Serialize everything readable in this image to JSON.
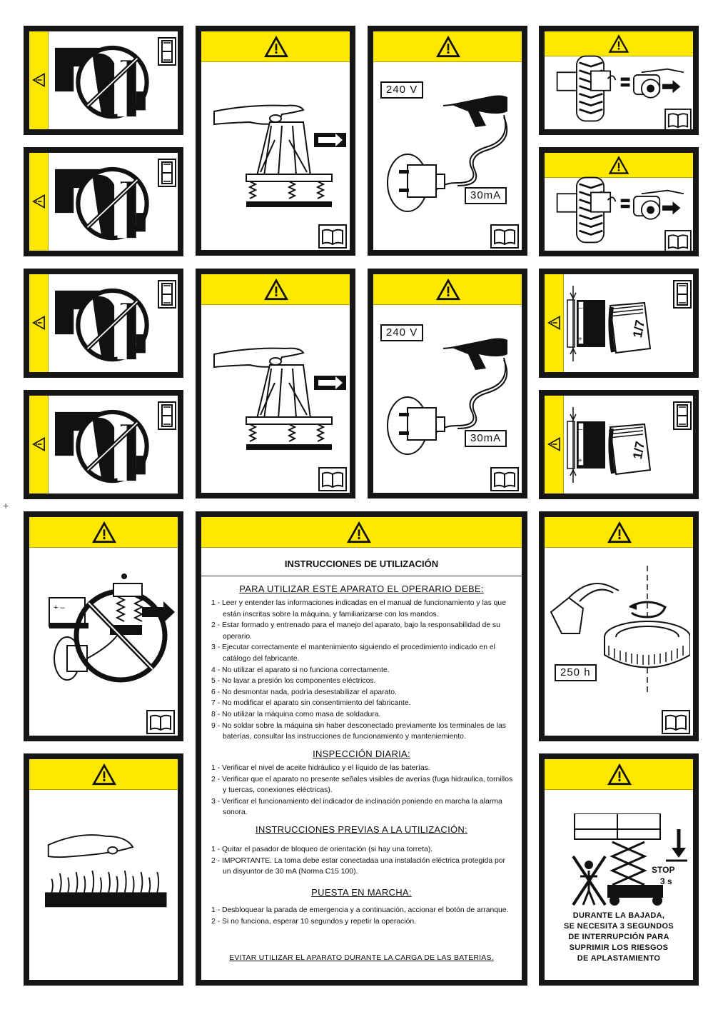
{
  "labels": {
    "voltage": "240 V",
    "current": "30mA",
    "interval": "250 h",
    "battery_page": "1/7",
    "stop": "STOP",
    "stop_time": "3 s"
  },
  "instructions": {
    "title": "INSTRUCCIONES DE UTILIZACIÓN",
    "sections": [
      {
        "heading": "PARA UTILIZAR ESTE APARATO EL OPERARIO DEBE:",
        "items": [
          "1 - Leer y entender las informaciones indicadas en el manual de funcionamiento y las que están inscritas sobre la máquina, y familiarizarse con los mandos.",
          "2 - Estar formado y entrenado para el manejo del aparato, bajo la responsabilidad de su operario.",
          "3 - Ejecutar correctamente el mantenimiento siguiendo el procedimiento indicado en el catálogo del fabricante.",
          "4 - No utilizar el aparato si no funciona correctamente.",
          "5 - No lavar a presión los componentes eléctricos.",
          "6 - No desmontar nada, podría desestabilizar el aparato.",
          "7 - No modificar el aparato sin consentimiento del fabricante.",
          "8 - No utilizar la máquina como masa de soldadura.",
          "9 - No soldar sobre la máquina sin haber desconectado previamente los terminales de las baterías, consultar las instrucciones de funcionamiento y manteniemiento."
        ]
      },
      {
        "heading": "INSPECCIÓN DIARIA:",
        "items": [
          "1 - Verificar el nivel de aceite hidráulico y el líquido de las baterías.",
          "2 - Verificar que el aparato no presente señales visibles de averías (fuga hidraulica, tornillos y tuercas, conexiones eléctricas).",
          "3 - Verificar el funcionamiento del indicador de inclinación poniendo en marcha la alarma sonora."
        ]
      },
      {
        "heading": "INSTRUCCIONES PREVIAS A LA UTILIZACIÓN:",
        "items": [
          "1 - Quitar el pasador de bloqueo de orientación (si hay una torreta).",
          "2 - IMPORTANTE. La toma debe estar conectadaa una instalación eléctrica protegida por un disyuntor  de 30 mA (Norma C15 100)."
        ]
      },
      {
        "heading": "PUESTA EN MARCHA:",
        "items": [
          "1 - Desbloquear la parada de emergencia y a continuación, accionar el botón de arranque.",
          "2 - Si no funciona, esperar 10 segundos y repetir la operación."
        ]
      }
    ],
    "footer": "EVITAR UTILIZAR EL APARATO DURANTE LA CARGA DE LAS BATERIAS."
  },
  "crush_warning": {
    "lines": [
      "DURANTE LA BAJADA,",
      "SE NECESITA 3 SEGUNDOS",
      "DE INTERRUPCIÓN PARA",
      "SUPRIMIR LOS RIESGOS",
      "DE APLASTAMIENTO"
    ]
  },
  "icons": [
    "warning-triangle-icon",
    "manual-book-icon",
    "no-hand-icon",
    "arrow-right-icon",
    "plug-icon",
    "drill-icon",
    "wheel-icon",
    "battery-icon",
    "hot-surface-icon",
    "rotation-icon",
    "scissor-lift-icon"
  ],
  "colors": {
    "safety_yellow": "#ffe800",
    "border": "#161616"
  }
}
